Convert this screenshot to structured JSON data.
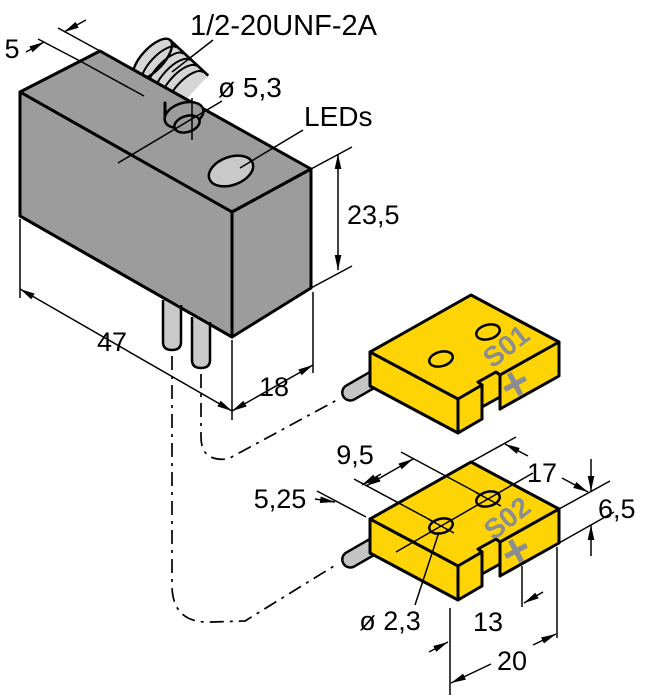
{
  "diagram": {
    "main_sensor": {
      "thread_label": "1/2-20UNF-2A",
      "leds_label": "LEDs",
      "dims": {
        "flange_width": "5",
        "mount_hole_dia": "ø 5,3",
        "height": "23,5",
        "length": "47",
        "depth": "18"
      }
    },
    "sensor_s01": {
      "id_label": "S01",
      "polarity_label": "+"
    },
    "sensor_s02": {
      "id_label": "S02",
      "polarity_label": "+",
      "dims": {
        "hole_spacing": "9,5",
        "hole_edge_offset": "5,25",
        "hole_dia": "ø 2,3",
        "top_length": "17",
        "thickness": "6,5",
        "slot_offset": "13",
        "base_length": "20"
      }
    },
    "colors": {
      "body_gray": "#9c9c9c",
      "detail_light_gray": "#c9c9c9",
      "thread_gray": "#d6d6d6",
      "sensor_yellow": "#ffd405",
      "marking_gray": "#8b8d90",
      "line_black": "#000000",
      "background": "#ffffff"
    }
  }
}
